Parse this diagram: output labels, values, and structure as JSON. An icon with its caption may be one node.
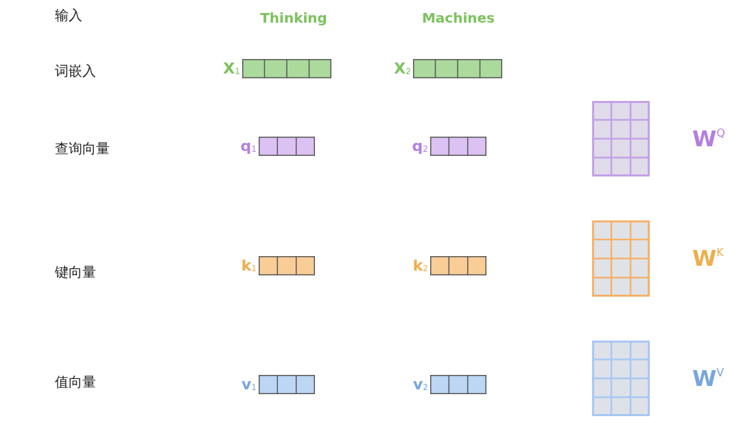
{
  "diagram": {
    "nodes": [
      {
        "text": [],
        "shape": "bar",
        "beside": [
          "X$_{1}$"
        ]
      },
      {
        "text": [],
        "shape": "bar",
        "beside": [
          "X$_{2}$"
        ]
      },
      {
        "text": [],
        "shape": "bar",
        "beside": [
          "q$_{1}$"
        ]
      },
      {
        "text": [],
        "shape": "bar",
        "beside": [
          "q$_{2}$"
        ]
      },
      {
        "text": [],
        "shape": "grid",
        "beside": [
          "W$^{Q}$"
        ]
      },
      {
        "text": [],
        "shape": "bar",
        "beside": [
          "k$_{1}$"
        ]
      },
      {
        "text": [],
        "shape": "bar",
        "beside": [
          "k$_{2}$"
        ]
      },
      {
        "text": [],
        "shape": "grid",
        "beside": [
          "W$^{K}$"
        ]
      },
      {
        "text": [],
        "shape": "bar",
        "beside": [
          "v$_{1}$"
        ]
      },
      {
        "text": [],
        "shape": "bar",
        "beside": [
          "v$_{2}$"
        ]
      },
      {
        "text": [],
        "shape": "grid",
        "beside": [
          "W$^{V}$"
        ]
      }
    ],
    "labels": [
      "输入",
      "Thinking",
      "Machines",
      "词嵌入",
      "查询向量",
      "键向量",
      "值向量"
    ]
  }
}
